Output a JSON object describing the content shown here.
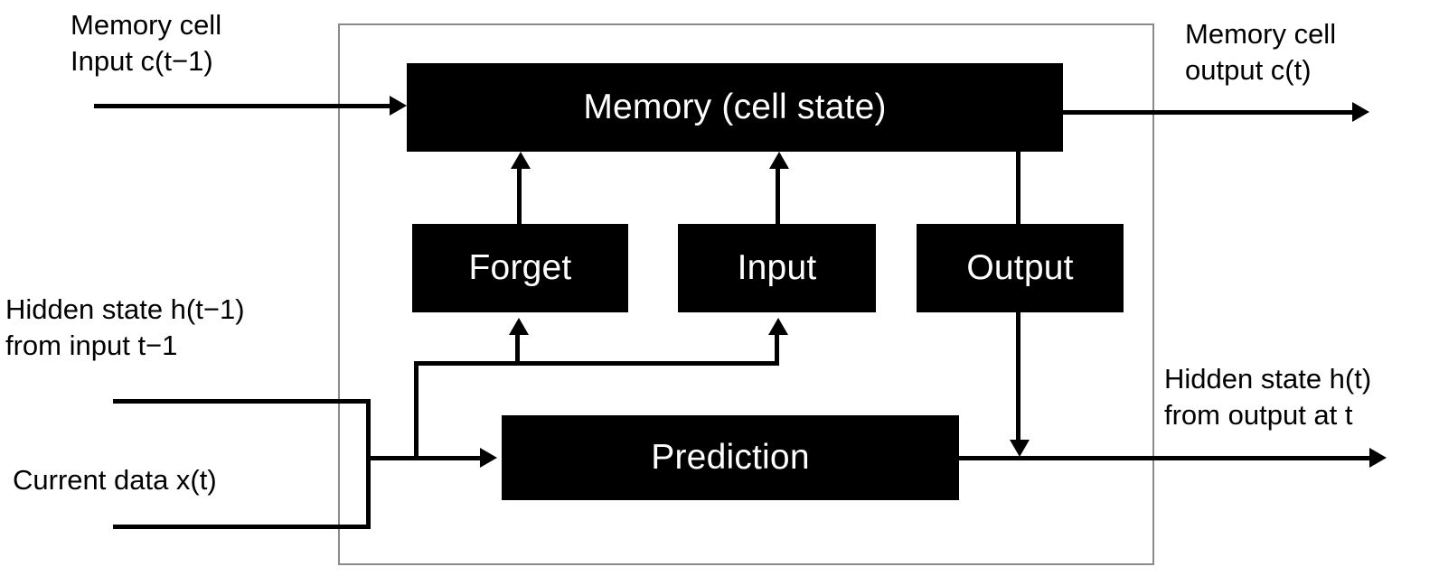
{
  "diagram": {
    "title": "LSTM memory cell block diagram",
    "background_color": "#ffffff",
    "block_fill_color": "#000000",
    "block_text_color": "#ffffff",
    "container_border_color": "#8a8a8a",
    "wire_color": "#000000"
  },
  "blocks": {
    "memory": "Memory (cell state)",
    "forget": "Forget",
    "input": "Input",
    "output": "Output",
    "prediction": "Prediction"
  },
  "labels": {
    "memory_cell_input_line1": "Memory cell",
    "memory_cell_input_line2": "Input c(t−1)",
    "memory_cell_output_line1": "Memory cell",
    "memory_cell_output_line2": "output c(t)",
    "hidden_state_input_line1": "Hidden state h(t−1)",
    "hidden_state_input_line2": "from input t−1",
    "current_data_input": "Current data x(t)",
    "hidden_state_output_line1": "Hidden state h(t)",
    "hidden_state_output_line2": "from output at t"
  }
}
